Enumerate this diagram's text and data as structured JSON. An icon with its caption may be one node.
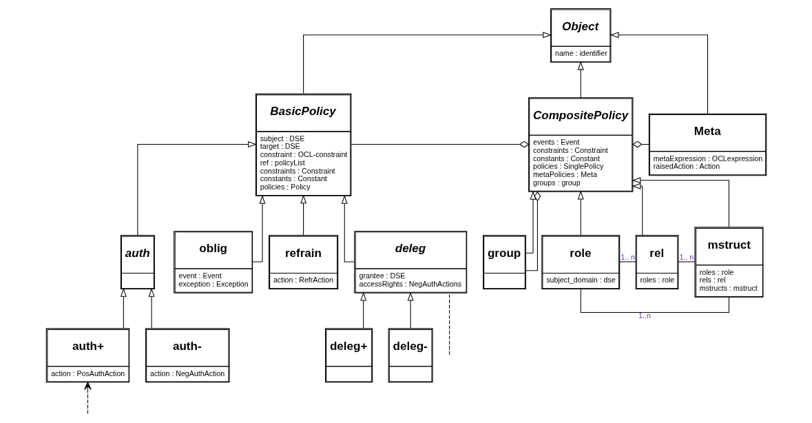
{
  "diagram": {
    "nodes": [
      {
        "text": [
          "Object",
          "name : identifier"
        ]
      },
      {
        "text": [
          "BasicPolicy",
          "subject : DSE",
          "target : DSE",
          "constraint : OCL-constraint",
          "ref : policyList",
          "constraints : Constraint",
          "constants : Constant",
          "policies : Policy"
        ]
      },
      {
        "text": [
          "Meta",
          "metaExpression : OCLexpression",
          "raisedAction : Action"
        ]
      },
      {
        "text": [
          "CompositePolicy",
          "events : Event",
          "constraints : Constraint",
          "constants : Constant",
          "policies : SinglePolicy",
          "metaPolicies : Meta",
          "groups : group"
        ]
      },
      {
        "text": [
          "auth"
        ]
      },
      {
        "text": [
          "oblig",
          "event : Event",
          "exception : Exception"
        ]
      },
      {
        "text": [
          "refrain",
          "action : RefrAction"
        ]
      },
      {
        "text": [
          "deleg",
          "grantee : DSE",
          "accessRights : NegAuthActions"
        ]
      },
      {
        "text": [
          "group"
        ]
      },
      {
        "text": [
          "role",
          "subject_domain : dse"
        ]
      },
      {
        "text": [
          "rel",
          "roles : role"
        ]
      },
      {
        "text": [
          "mstruct",
          "roles : role",
          "rels : rel",
          "mstructs : mstruct"
        ]
      },
      {
        "text": [
          "auth+",
          "action : PosAuthAction"
        ]
      },
      {
        "text": [
          "auth-",
          "action : NegAuthAction"
        ]
      },
      {
        "text": [
          "deleg+"
        ]
      },
      {
        "text": [
          "deleg-"
        ]
      }
    ],
    "edges": [
      {
        "from": 1,
        "to": 0,
        "arrow": "to"
      },
      {
        "from": 2,
        "to": 0,
        "arrow": "to"
      },
      {
        "from": 3,
        "to": 0,
        "arrow": "to"
      },
      {
        "from": 2,
        "to": 3,
        "arrow": "other"
      },
      {
        "from": 1,
        "to": 3,
        "arrow": "other"
      },
      {
        "from": 8,
        "to": 3,
        "arrow": "other"
      },
      {
        "from": 4,
        "to": 1,
        "arrow": "to"
      },
      {
        "from": 5,
        "to": 1,
        "arrow": "to"
      },
      {
        "from": 6,
        "to": 1,
        "arrow": "to"
      },
      {
        "from": 7,
        "to": 1,
        "arrow": "to"
      },
      {
        "from": 8,
        "to": 3,
        "arrow": "to"
      },
      {
        "from": 9,
        "to": 3,
        "arrow": "to"
      },
      {
        "from": 10,
        "to": 3,
        "arrow": "to"
      },
      {
        "from": 11,
        "to": 3,
        "arrow": "to"
      },
      {
        "from": 12,
        "to": 4,
        "arrow": "to"
      },
      {
        "from": 13,
        "to": 4,
        "arrow": "to"
      },
      {
        "from": 14,
        "to": 7,
        "arrow": "to"
      },
      {
        "from": 15,
        "to": 7,
        "arrow": "to"
      },
      {
        "from": 9,
        "to": 10,
        "arrow": "none",
        "label": "1.. n"
      },
      {
        "from": 10,
        "to": 11,
        "arrow": "none",
        "label": "1.. n"
      },
      {
        "from": 9,
        "to": 11,
        "arrow": "none",
        "label": "1..n"
      },
      {
        "from": 7,
        "to": null,
        "arrow": "none",
        "style": "dashed"
      },
      {
        "from": null,
        "to": 12,
        "arrow": "to",
        "style": "dashed"
      }
    ]
  }
}
